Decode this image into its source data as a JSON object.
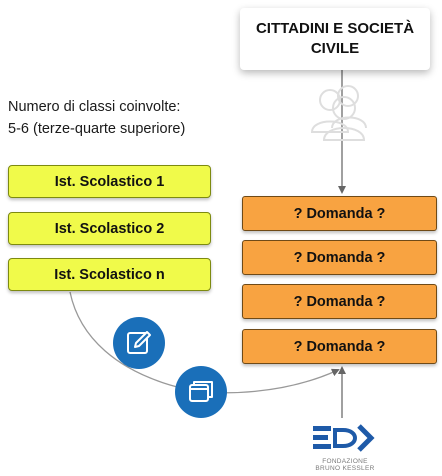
{
  "top_card": {
    "title": "CITTADINI E SOCIETÀ CIVILE"
  },
  "caption": {
    "line1": "Numero di classi coinvolte:",
    "line2": "5-6 (terze-quarte superiore)"
  },
  "schools": [
    "Ist. Scolastico 1",
    "Ist. Scolastico 2",
    "Ist. Scolastico n"
  ],
  "questions": [
    "? Domanda ?",
    "? Domanda ?",
    "? Domanda ?",
    "? Domanda ?"
  ],
  "logo": {
    "line1": "FONDAZIONE",
    "line2": "BRUNO KESSLER"
  },
  "colors": {
    "school_fill": "#f0fa4a",
    "question_fill": "#f8a341",
    "icon_circle": "#1a6fb9",
    "logo_blue": "#1e5aa8"
  },
  "icons": {
    "people": "people-group-icon",
    "edit": "edit-pencil-icon",
    "windows": "stacked-windows-icon"
  }
}
